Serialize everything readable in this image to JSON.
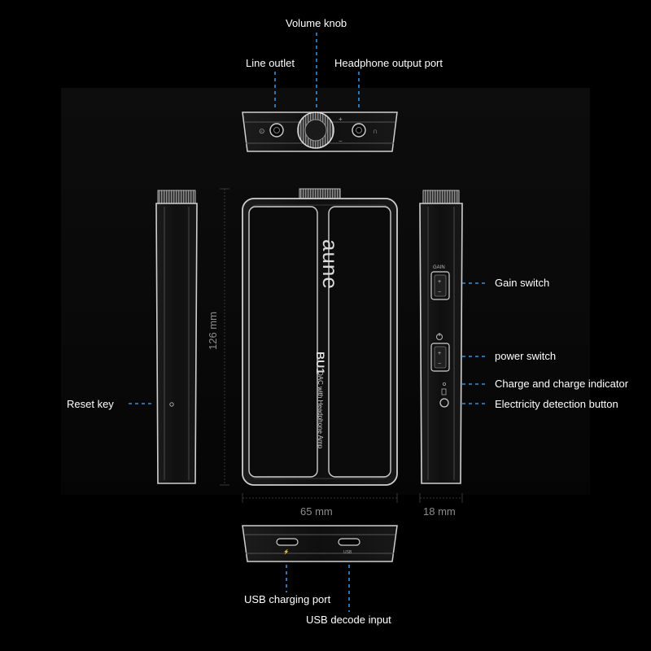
{
  "callouts": {
    "volume_knob": "Volume knob",
    "line_outlet": "Line outlet",
    "headphone_output_port": "Headphone output port",
    "gain_switch": "Gain switch",
    "power_switch": "power switch",
    "charge_indicator": "Charge and charge indicator",
    "electricity_detection_button": "Electricity detection button",
    "reset_key": "Reset key",
    "usb_charging_port": "USB charging port",
    "usb_decode_input": "USB decode input"
  },
  "dimensions": {
    "height": "126 mm",
    "width": "65 mm",
    "depth": "18 mm"
  },
  "device": {
    "brand": "aune",
    "model": "BU1",
    "subtitle": "DAC with Headphone Amp",
    "gain_label": "GAIN",
    "usb_port_label": "USB",
    "plus_symbol": "+",
    "minus_symbol": "−"
  },
  "colors": {
    "accent_lines": "#3a8fd6",
    "device_outline": "#cfcfcf",
    "background": "#000000"
  }
}
